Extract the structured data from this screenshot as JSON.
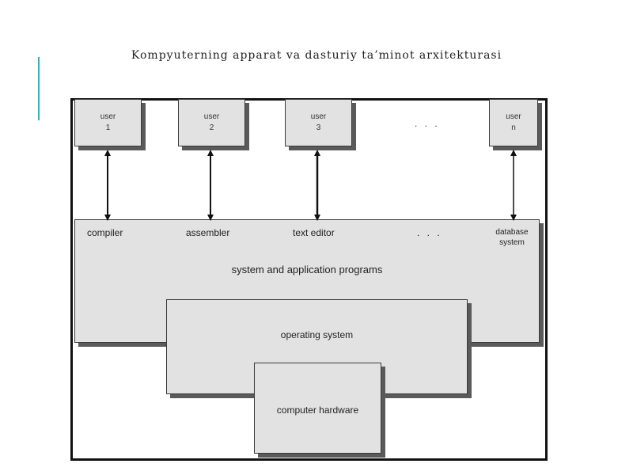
{
  "slide": {
    "title": "Kompyuterning apparat va dasturiy ta’minot arxitekturasi"
  },
  "diagram": {
    "users": [
      {
        "label": "user",
        "num": "1"
      },
      {
        "label": "user",
        "num": "2"
      },
      {
        "label": "user",
        "num": "3"
      },
      {
        "label": "user",
        "num": "n"
      }
    ],
    "users_ellipsis": ". . .",
    "programs": [
      "compiler",
      "assembler",
      "text editor"
    ],
    "programs_ellipsis": ". . .",
    "database": {
      "line1": "database",
      "line2": "system"
    },
    "layers": {
      "system_programs": "system and application programs",
      "operating_system": "operating system",
      "hardware": "computer hardware"
    }
  },
  "colors": {
    "accent": "#2bb5c2",
    "box_fill": "#e2e2e2",
    "shadow": "#5a5a5a"
  }
}
